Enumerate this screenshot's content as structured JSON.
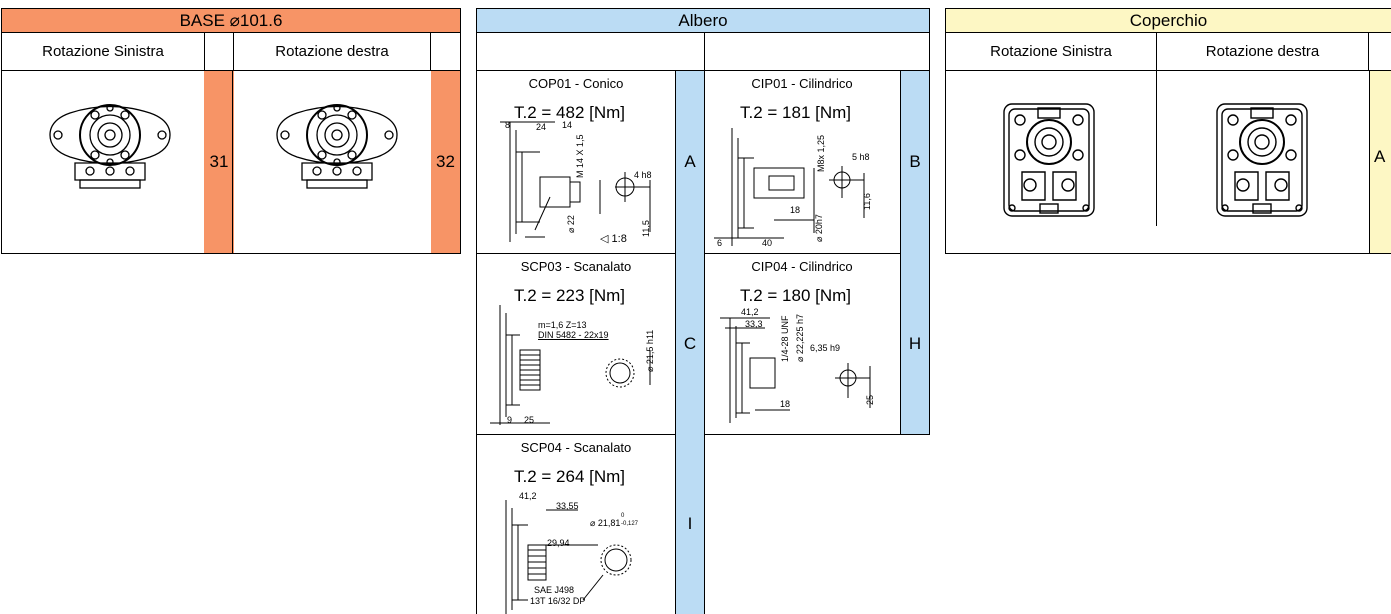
{
  "base": {
    "header": "BASE ⌀101.6",
    "left_label": "Rotazione Sinistra",
    "right_label": "Rotazione destra",
    "code_left": "31",
    "code_right": "32",
    "color": "#f79466"
  },
  "albero": {
    "header": "Albero",
    "color": "#bbdcf4",
    "shafts": [
      {
        "title": "COP01 - Conico",
        "torque": "T.2 = 482 [Nm]",
        "code": "A",
        "dims": [
          "8",
          "24",
          "14",
          "M 14 X 1,5",
          "4 h8",
          "11,5",
          "⌀ 22",
          "◁ 1:8"
        ]
      },
      {
        "title": "CIP01 - Cilindrico",
        "torque": "T.2 = 181 [Nm]",
        "code": "B",
        "dims": [
          "M8x 1,25",
          "5 h8",
          "18",
          "⌀ 20h7",
          "11,6",
          "6",
          "40"
        ]
      },
      {
        "title": "SCP03 - Scanalato",
        "torque": "T.2 = 223 [Nm]",
        "code": "C",
        "dims": [
          "m=1,6  Z=13",
          "DIN 5482 - 22x19",
          "⌀ 21,5 h11",
          "9",
          "25"
        ]
      },
      {
        "title": "CIP04 - Cilindrico",
        "torque": "T.2 = 180 [Nm]",
        "code": "H",
        "dims": [
          "41,2",
          "33,3",
          "1/4-28 UNF",
          "⌀ 22,225 h7",
          "6,35 h9",
          "18",
          "25"
        ]
      },
      {
        "title": "SCP04 - Scanalato",
        "torque": "T.2 = 264 [Nm]",
        "code": "I",
        "dims": [
          "41,2",
          "33,55",
          "⌀ 21,81",
          "0",
          "-0,127",
          "29,94",
          "SAE J498",
          "13T 16/32 DP"
        ]
      }
    ]
  },
  "coperchio": {
    "header": "Coperchio",
    "left_label": "Rotazione Sinistra",
    "right_label": "Rotazione destra",
    "code": "A",
    "color": "#fdf7c4"
  }
}
